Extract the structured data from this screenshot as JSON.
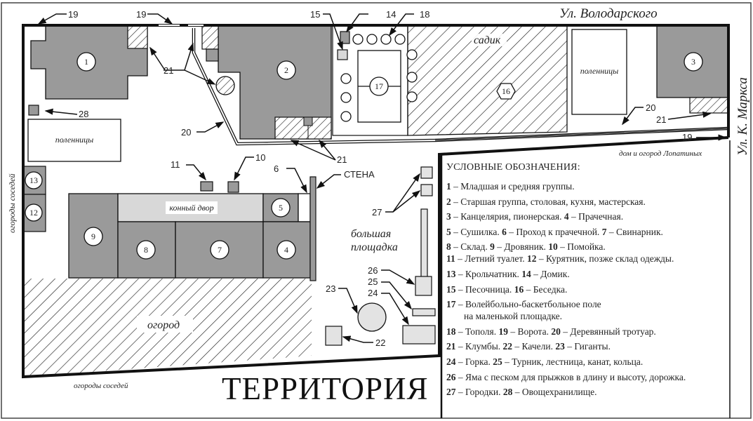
{
  "title": "ТЕРРИТОРИЯ",
  "colors": {
    "building": "#9a9a9a",
    "light_fill": "#e3e3e3",
    "outline": "#1a1a1a",
    "hatch": "#222222",
    "background": "#ffffff"
  },
  "streets": {
    "top": "Ул. Володарского",
    "right": "Ул. К. Маркса"
  },
  "area_labels": {
    "neighbors_left": "огороды соседей",
    "neighbors_bottom": "огороды соседей",
    "lopatin": "дом и огород Лопатиных",
    "sadik": "садик",
    "woodpile_left": "поленницы",
    "woodpile_right": "поленницы",
    "horse_yard": "конный двор",
    "garden": "огород",
    "big_playground_1": "большая",
    "big_playground_2": "площадка",
    "wall": "СТЕНА"
  },
  "markers": {
    "m1": "1",
    "m2": "2",
    "m3": "3",
    "m4": "4",
    "m5": "5",
    "m7": "7",
    "m8": "8",
    "m9": "9",
    "m12": "12",
    "m13": "13",
    "m16": "16",
    "m17": "17"
  },
  "callouts": {
    "c6": "6",
    "c10": "10",
    "c11": "11",
    "c14": "14",
    "c15": "15",
    "c18": "18",
    "c19a": "19",
    "c19b": "19",
    "c19c": "19",
    "c20a": "20",
    "c20b": "20",
    "c21a": "21",
    "c21b": "21",
    "c21c": "21",
    "c22": "22",
    "c23": "23",
    "c24": "24",
    "c25": "25",
    "c26": "26",
    "c27": "27",
    "c28": "28"
  },
  "legend": {
    "title": "УСЛОВНЫЕ ОБОЗНАЧЕНИЯ:",
    "rows": [
      [
        {
          "n": "1",
          "t": "Младшая и средняя группы."
        }
      ],
      [
        {
          "n": "2",
          "t": "Старшая группа, столовая, кухня, мастерская."
        }
      ],
      [
        {
          "n": "3",
          "t": "Канцелярия, пионерская."
        },
        {
          "n": "4",
          "t": "Прачечная."
        }
      ],
      [
        {
          "n": "5",
          "t": "Сушилка."
        },
        {
          "n": "6",
          "t": "Проход к прачечной."
        },
        {
          "n": "7",
          "t": "Свинарник."
        }
      ],
      [
        {
          "n": "8",
          "t": "Склад."
        },
        {
          "n": "9",
          "t": "Дровяник."
        },
        {
          "n": "10",
          "t": "Помойка."
        }
      ],
      [
        {
          "n": "11",
          "t": "Летний туалет."
        },
        {
          "n": "12",
          "t": "Курятник, позже склад одежды."
        }
      ],
      [
        {
          "n": "13",
          "t": "Крольчатник."
        },
        {
          "n": "14",
          "t": "Домик."
        }
      ],
      [
        {
          "n": "15",
          "t": "Песочница."
        },
        {
          "n": "16",
          "t": "Беседка."
        }
      ],
      [
        {
          "n": "17",
          "t": "Волейбольно-баскетбольное поле"
        }
      ],
      [
        {
          "n": "",
          "t": "на маленькой площадке."
        }
      ],
      [
        {
          "n": "18",
          "t": "Тополя."
        },
        {
          "n": "19",
          "t": "Ворота."
        },
        {
          "n": "20",
          "t": "Деревянный тротуар."
        }
      ],
      [
        {
          "n": "21",
          "t": "Клумбы."
        },
        {
          "n": "22",
          "t": "Качели."
        },
        {
          "n": "23",
          "t": "Гиганты."
        }
      ],
      [
        {
          "n": "24",
          "t": "Горка."
        },
        {
          "n": "25",
          "t": "Турник, лестница, канат, кольца."
        }
      ],
      [
        {
          "n": "26",
          "t": "Яма с песком для прыжков в длину и высоту, дорожка."
        }
      ],
      [
        {
          "n": "27",
          "t": "Городки."
        },
        {
          "n": "28",
          "t": "Овощехранилище."
        }
      ]
    ]
  }
}
